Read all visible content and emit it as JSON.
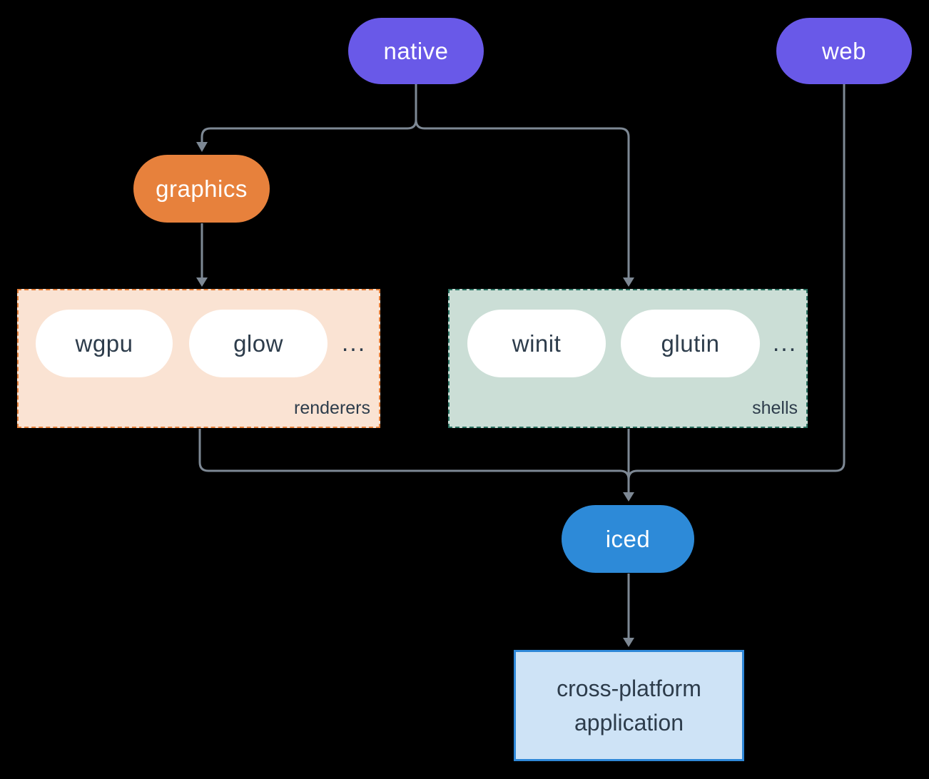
{
  "colors": {
    "bg": "#000000",
    "purple": "#6959E8",
    "orange": "#E7813C",
    "blue": "#2D8AD8",
    "ink": "#2D3C4B",
    "edge": "#7D8894",
    "pillWhite": "#FFFFFF",
    "peachFill": "#FAE3D3",
    "peachBorder": "#E7823D",
    "greenFill": "#CBDED6",
    "greenBorder": "#2C7363",
    "appFill": "#CEE3F6",
    "appBorder": "#2F88D8"
  },
  "nodes": {
    "native": "native",
    "web": "web",
    "graphics": "graphics",
    "wgpu": "wgpu",
    "glow": "glow",
    "winit": "winit",
    "glutin": "glutin",
    "iced": "iced",
    "application_line1": "cross-platform",
    "application_line2": "application"
  },
  "groups": {
    "renderers": {
      "label": "renderers",
      "more": "..."
    },
    "shells": {
      "label": "shells",
      "more": "..."
    }
  }
}
